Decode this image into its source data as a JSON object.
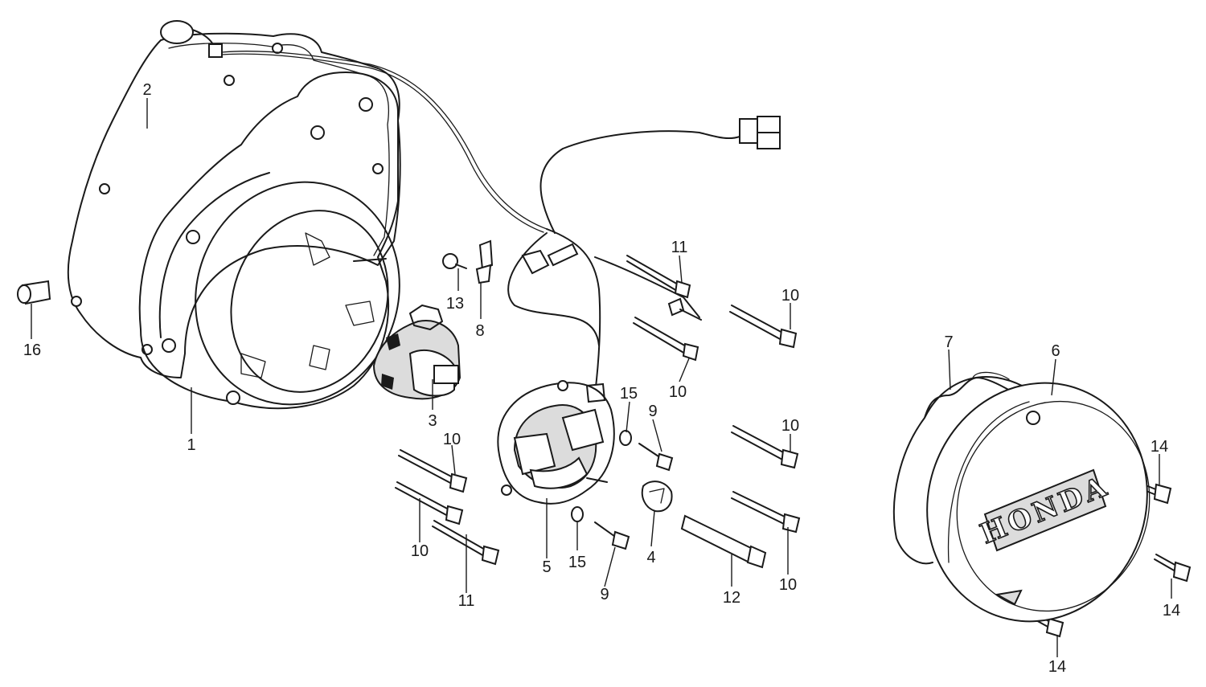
{
  "emblem": {
    "text": "HONDA"
  },
  "callouts": [
    {
      "id": "c1",
      "label": "1"
    },
    {
      "id": "c2",
      "label": "2"
    },
    {
      "id": "c3",
      "label": "3"
    },
    {
      "id": "c4",
      "label": "4"
    },
    {
      "id": "c5",
      "label": "5"
    },
    {
      "id": "c6",
      "label": "6"
    },
    {
      "id": "c7",
      "label": "7"
    },
    {
      "id": "c8",
      "label": "8"
    },
    {
      "id": "c9a",
      "label": "9"
    },
    {
      "id": "c9b",
      "label": "9"
    },
    {
      "id": "c10a",
      "label": "10"
    },
    {
      "id": "c10b",
      "label": "10"
    },
    {
      "id": "c10c",
      "label": "10"
    },
    {
      "id": "c10d",
      "label": "10"
    },
    {
      "id": "c10e",
      "label": "10"
    },
    {
      "id": "c10f",
      "label": "10"
    },
    {
      "id": "c11a",
      "label": "11"
    },
    {
      "id": "c11b",
      "label": "11"
    },
    {
      "id": "c12",
      "label": "12"
    },
    {
      "id": "c13",
      "label": "13"
    },
    {
      "id": "c14a",
      "label": "14"
    },
    {
      "id": "c14b",
      "label": "14"
    },
    {
      "id": "c14c",
      "label": "14"
    },
    {
      "id": "c15a",
      "label": "15"
    },
    {
      "id": "c15b",
      "label": "15"
    },
    {
      "id": "c16",
      "label": "16"
    }
  ]
}
